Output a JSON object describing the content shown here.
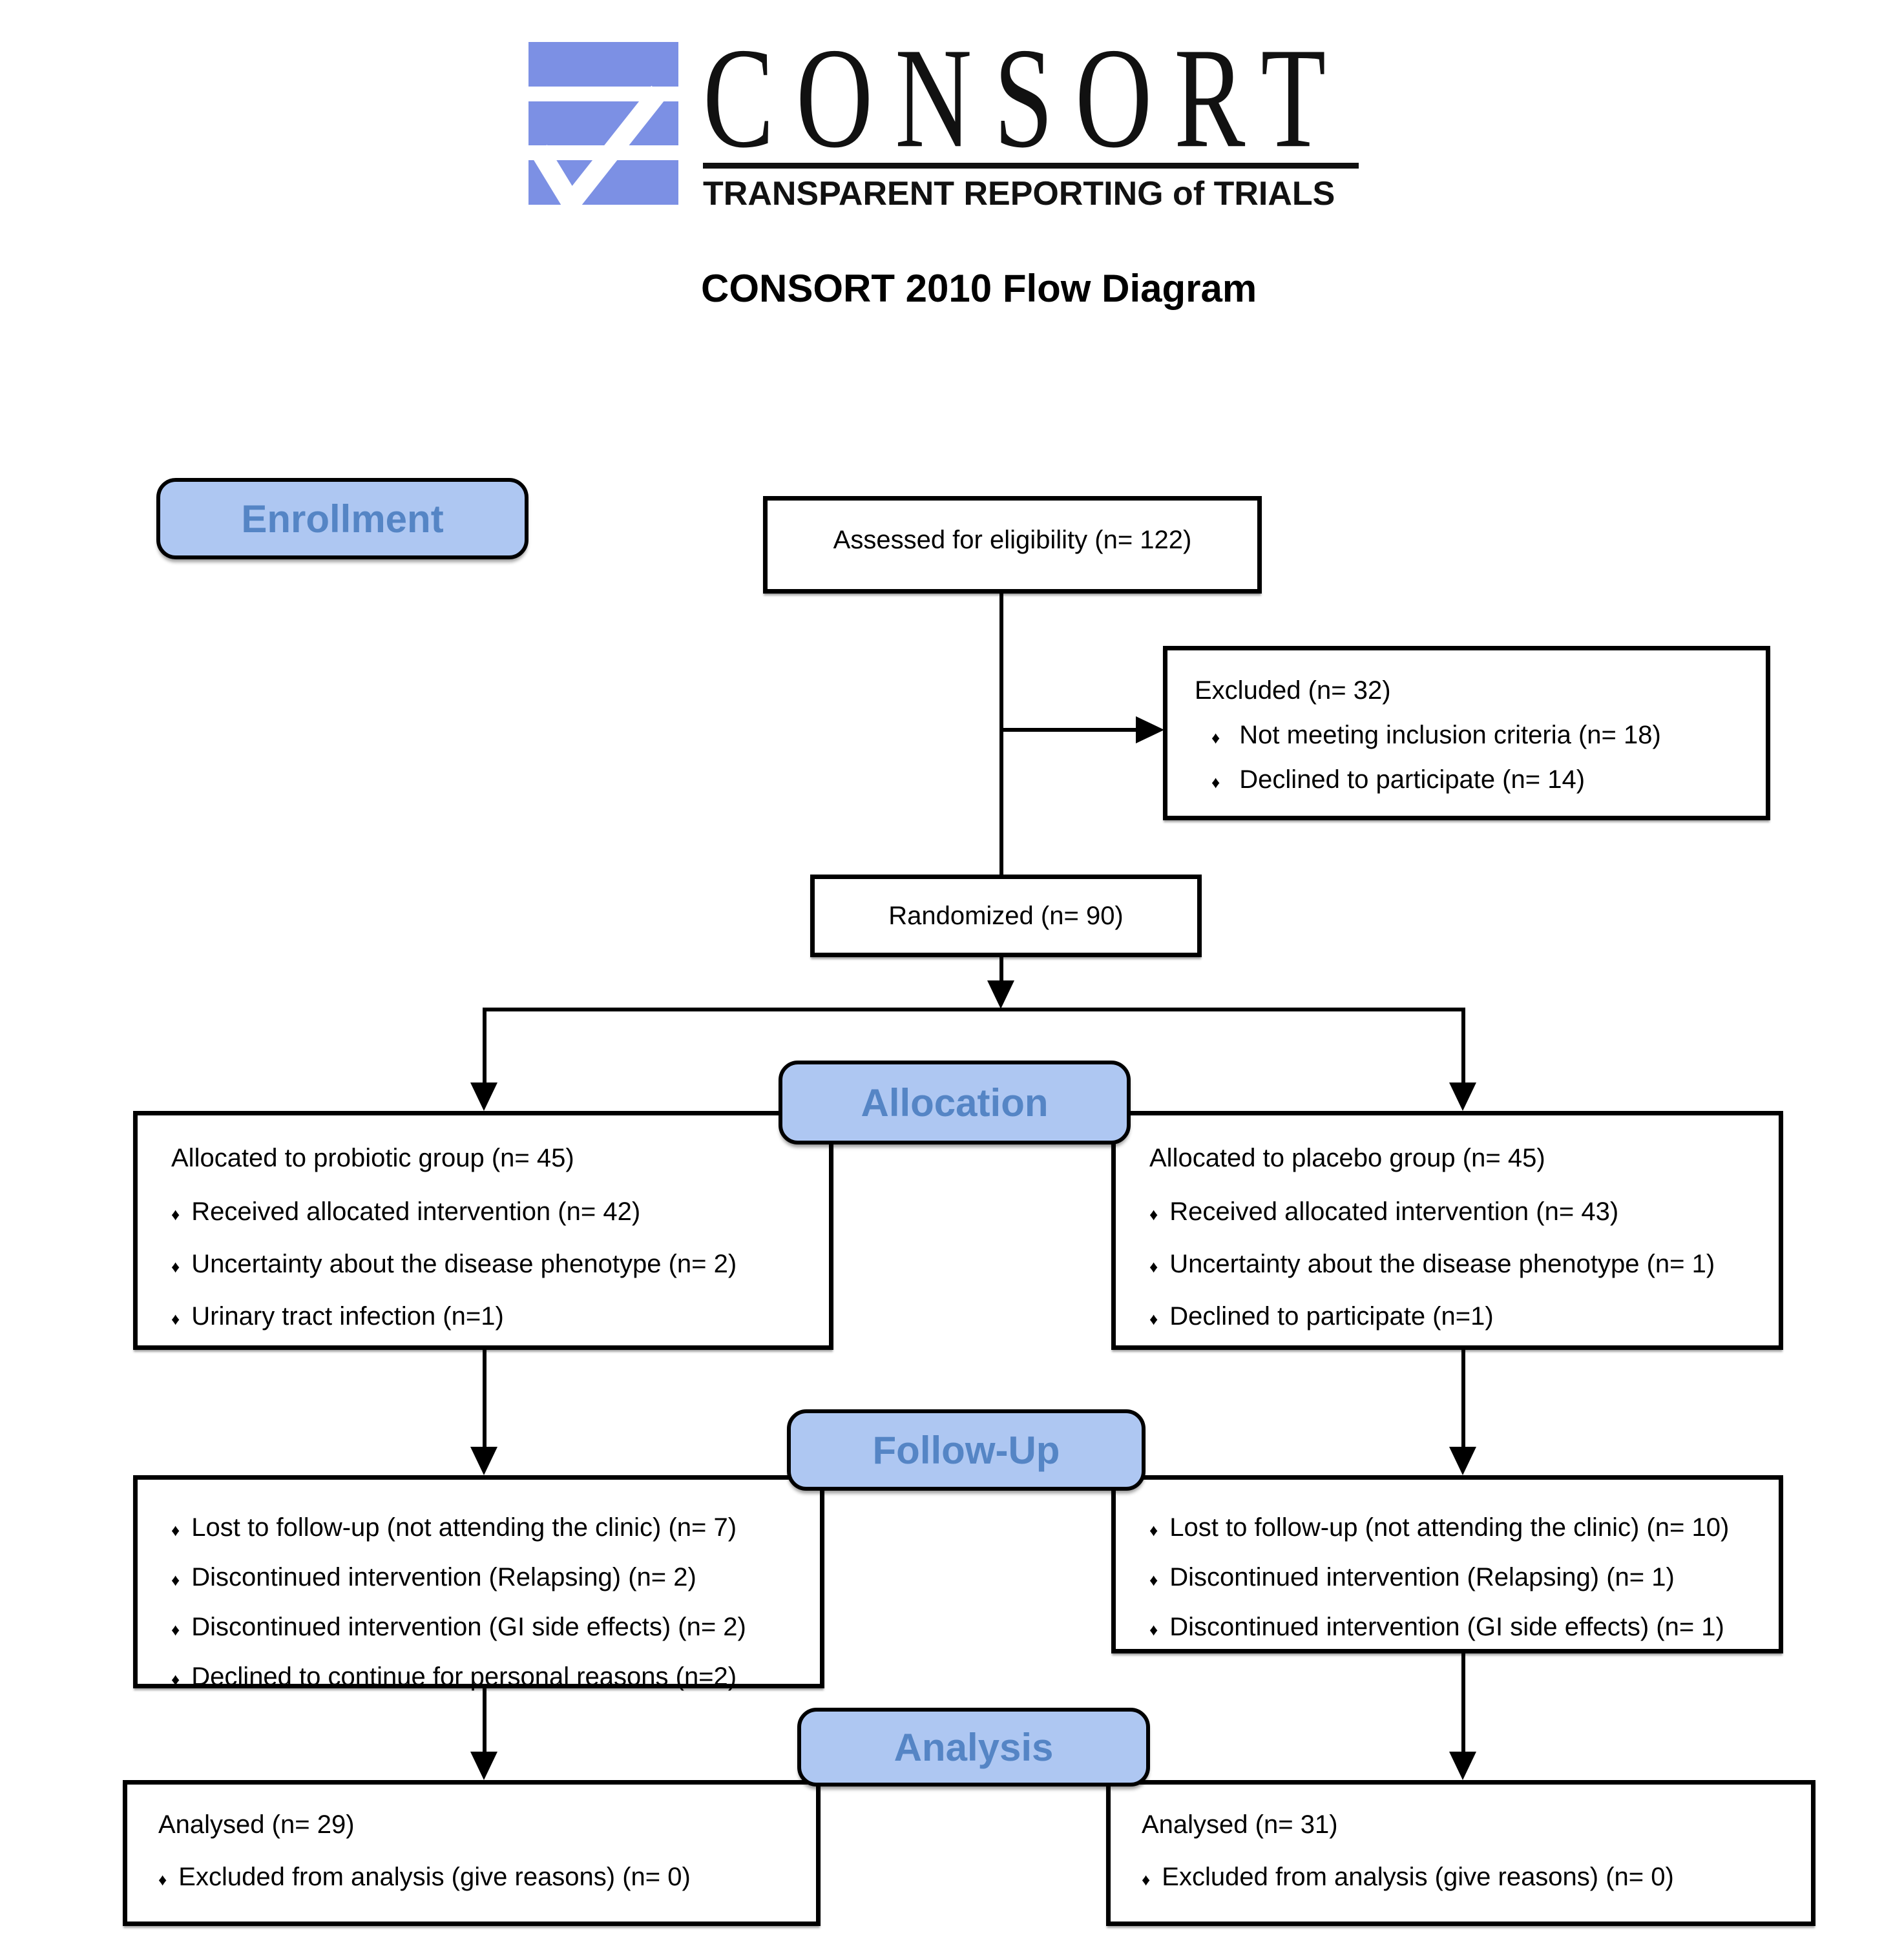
{
  "logo": {
    "brand": "CONSORT",
    "tagline": "TRANSPARENT REPORTING of TRIALS",
    "icon_color": "#7C90E4",
    "check_color": "#FFFFFF"
  },
  "title": "CONSORT 2010 Flow Diagram",
  "colors": {
    "pill_fill": "#AEC7F2",
    "pill_text": "#5585C5",
    "line_color": "#000000"
  },
  "glyphs": {
    "bullet": "♦"
  },
  "stages": {
    "enrollment": {
      "label": "Enrollment"
    },
    "allocation": {
      "label": "Allocation"
    },
    "followup": {
      "label": "Follow-Up"
    },
    "analysis": {
      "label": "Analysis"
    }
  },
  "boxes": {
    "assessed": {
      "text": "Assessed for eligibility (n= 122)"
    },
    "excluded": {
      "header": "Excluded (n= 32)",
      "bullets": [
        "Not meeting inclusion criteria (n= 18)",
        "Declined to participate (n= 14)"
      ]
    },
    "randomized": {
      "text": "Randomized (n= 90)"
    },
    "alloc_left": {
      "header": "Allocated to probiotic group (n= 45)",
      "bullets": [
        "Received allocated intervention (n= 42)",
        "Uncertainty about the disease phenotype (n= 2)",
        "Urinary tract infection (n=1)"
      ]
    },
    "alloc_right": {
      "header": "Allocated to placebo group (n= 45)",
      "bullets": [
        "Received allocated intervention (n= 43)",
        "Uncertainty about the disease phenotype (n= 1)",
        "Declined to participate (n=1)"
      ]
    },
    "fu_left": {
      "bullets": [
        "Lost to follow-up (not attending the clinic) (n= 7)",
        "Discontinued intervention (Relapsing) (n= 2)",
        "Discontinued intervention (GI side effects) (n= 2)",
        "Declined to continue for personal reasons (n=2)"
      ]
    },
    "fu_right": {
      "bullets": [
        "Lost to follow-up (not attending the clinic) (n= 10)",
        "Discontinued intervention (Relapsing) (n= 1)",
        "Discontinued intervention (GI side effects) (n= 1)"
      ]
    },
    "an_left": {
      "header": "Analysed (n= 29)",
      "bullets": [
        "Excluded from analysis (give reasons) (n= 0)"
      ]
    },
    "an_right": {
      "header": "Analysed (n= 31)",
      "bullets": [
        "Excluded from analysis (give reasons) (n= 0)"
      ]
    }
  }
}
